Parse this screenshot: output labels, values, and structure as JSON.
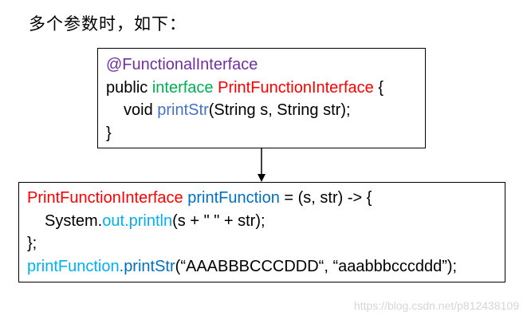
{
  "heading": "多个参数时，如下：",
  "interface_box": {
    "annotation": "@FunctionalInterface",
    "kw_public": "public",
    "kw_interface": "interface",
    "interface_name": "PrintFunctionInterface",
    "open_brace": "{",
    "kw_void": "void",
    "method_name": "printStr",
    "params": "(String s, String str);",
    "close_brace": "}"
  },
  "usage_box": {
    "type_name": "PrintFunctionInterface",
    "var_name": "printFunction",
    "lambda_head": "= (s, str) -> {",
    "system": "System.",
    "out": "out",
    "dot": ".",
    "println": "println",
    "println_args": "(s + \" \" + str);",
    "close": "};",
    "call_var": "printFunction",
    "call_dot": ".",
    "call_method": "printStr",
    "call_args": "(“AAABBBCCCDDD“, “aaabbbcccddd”);"
  },
  "watermark": "https://blog.csdn.net/p812438109",
  "colors": {
    "annotation": "#7030a0",
    "keyword_interface": "#00b050",
    "type_name": "#ff0000",
    "method": "#4472c4",
    "variable": "#0070c0",
    "call": "#00b0f0"
  }
}
